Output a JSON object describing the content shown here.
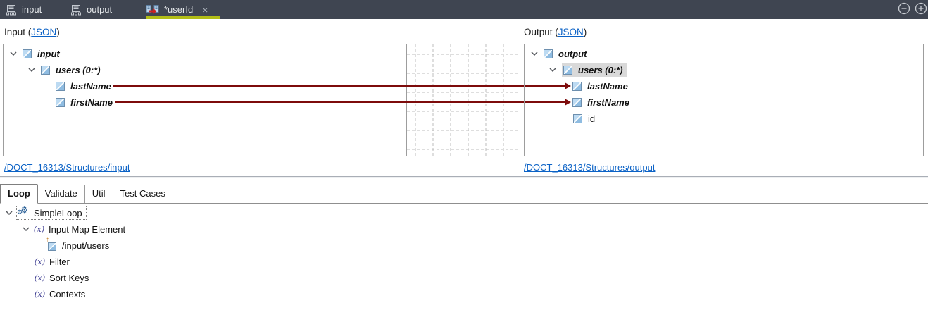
{
  "icons": {
    "close": "×",
    "gear": "⚙",
    "fx": "(x)",
    "link_decorator": "↑"
  },
  "editor_tabs": {
    "items": [
      {
        "label": "input"
      },
      {
        "label": "output"
      },
      {
        "label": "*userId",
        "active": true
      }
    ]
  },
  "panels": {
    "input": {
      "header_prefix": "Input (",
      "header_link": "JSON",
      "header_suffix": ")",
      "structure_link": "/DOCT_16313/Structures/input",
      "nodes": [
        {
          "label": "input"
        },
        {
          "label": "users (0:*)"
        },
        {
          "label": "lastName",
          "mapped": true
        },
        {
          "label": "firstName",
          "mapped": true
        }
      ]
    },
    "output": {
      "header_prefix": "Output (",
      "header_link": "JSON",
      "header_suffix": ")",
      "structure_link": "/DOCT_16313/Structures/output",
      "nodes": [
        {
          "label": "output"
        },
        {
          "label": "users (0:*)",
          "selected": true
        },
        {
          "label": "lastName",
          "mapped": true
        },
        {
          "label": "firstName",
          "mapped": true
        },
        {
          "label": "id"
        }
      ]
    }
  },
  "bottom": {
    "tabs": [
      {
        "label": "Loop",
        "active": true
      },
      {
        "label": "Validate"
      },
      {
        "label": "Util"
      },
      {
        "label": "Test Cases"
      }
    ],
    "tree": [
      {
        "label": "SimpleLoop",
        "selected": true
      },
      {
        "label": "Input Map Element"
      },
      {
        "label": "/input/users"
      },
      {
        "label": "Filter"
      },
      {
        "label": "Sort Keys"
      },
      {
        "label": "Contexts"
      }
    ]
  },
  "colors": {
    "tab_bar_bg": "#3f4551",
    "active_tab_accent": "#b2bd17",
    "mapping_line": "#7d0b0b",
    "link_blue": "#0b62c6",
    "selection_bg": "#d9d9d9"
  }
}
